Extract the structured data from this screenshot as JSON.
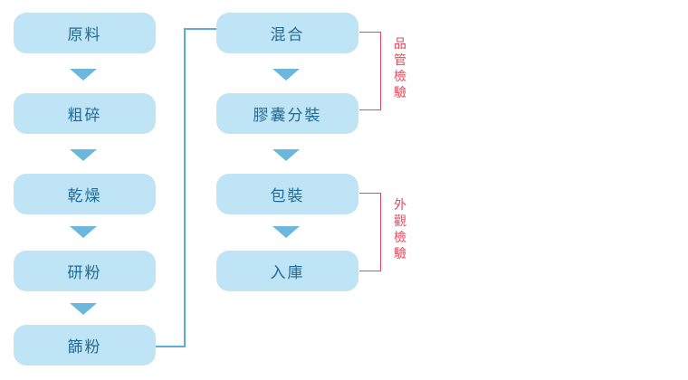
{
  "left_column": [
    "原料",
    "粗碎",
    "乾燥",
    "研粉",
    "篩粉"
  ],
  "right_column": [
    "混合",
    "膠囊分裝",
    "包裝",
    "入庫"
  ],
  "inspections": {
    "quality": "品管檢驗",
    "appearance": "外觀檢驗"
  },
  "colors": {
    "box_fill": "#bfe4f6",
    "box_text": "#1d6a96",
    "arrow": "#6cb8dd",
    "connector": "#5aaed6",
    "inspection": "#e8495c"
  }
}
